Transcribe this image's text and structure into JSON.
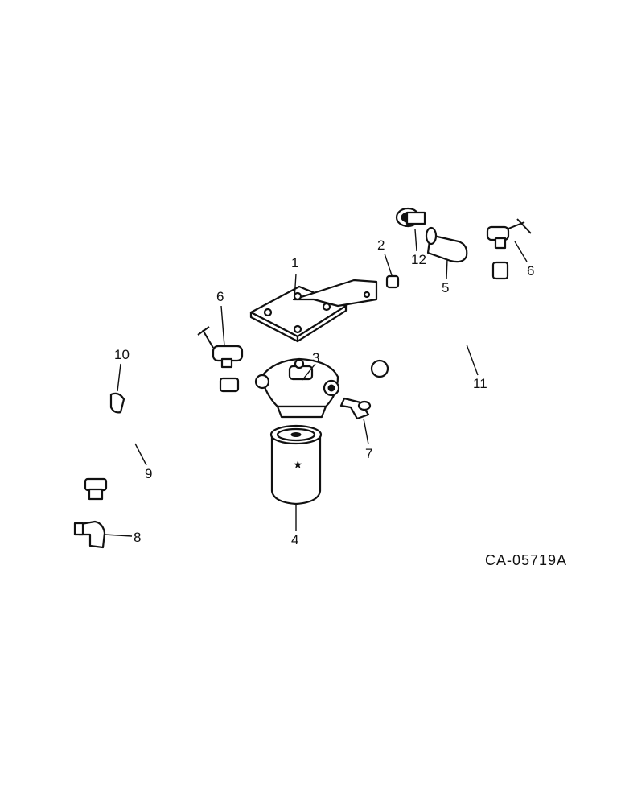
{
  "labels": {
    "p1": "1",
    "p2": "2",
    "p3": "3",
    "p4": "4",
    "p5": "5",
    "p6a": "6",
    "p6b": "6",
    "p7": "7",
    "p8": "8",
    "p9": "9",
    "p10": "10",
    "p11": "11",
    "p12": "12"
  },
  "figure_code": "CA-05719A",
  "colors": {
    "ink": "#111111",
    "paper": "#ffffff"
  }
}
